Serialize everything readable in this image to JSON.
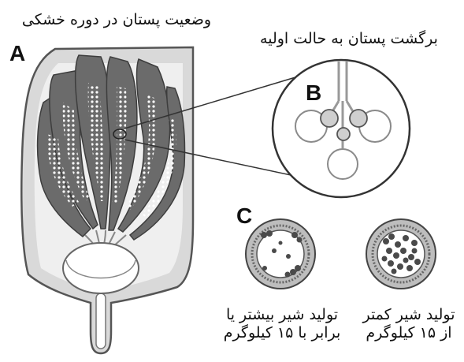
{
  "labels": {
    "panel_a_letter": "A",
    "panel_b_letter": "B",
    "panel_c_letter": "C",
    "title_dry_period": "وضعیت پستان در دوره خشکی",
    "title_return": "برگشت پستان به حالت اولیه",
    "caption_high_line1": "تولید شیر بیشتر یا",
    "caption_high_line2": "برابر با ۱۵ کیلوگرم",
    "caption_low_line1": "تولید شیر کمتر",
    "caption_low_line2": "از ۱۵ کیلوگرم"
  },
  "colors": {
    "udder_outline": "#555555",
    "udder_fill": "#d4d4d4",
    "lobe_fill": "#6e6e6e",
    "cistern_fill": "#ffffff",
    "alveolus_fill": "#cfcfcf",
    "cell_dots": "#4a4a4a"
  }
}
